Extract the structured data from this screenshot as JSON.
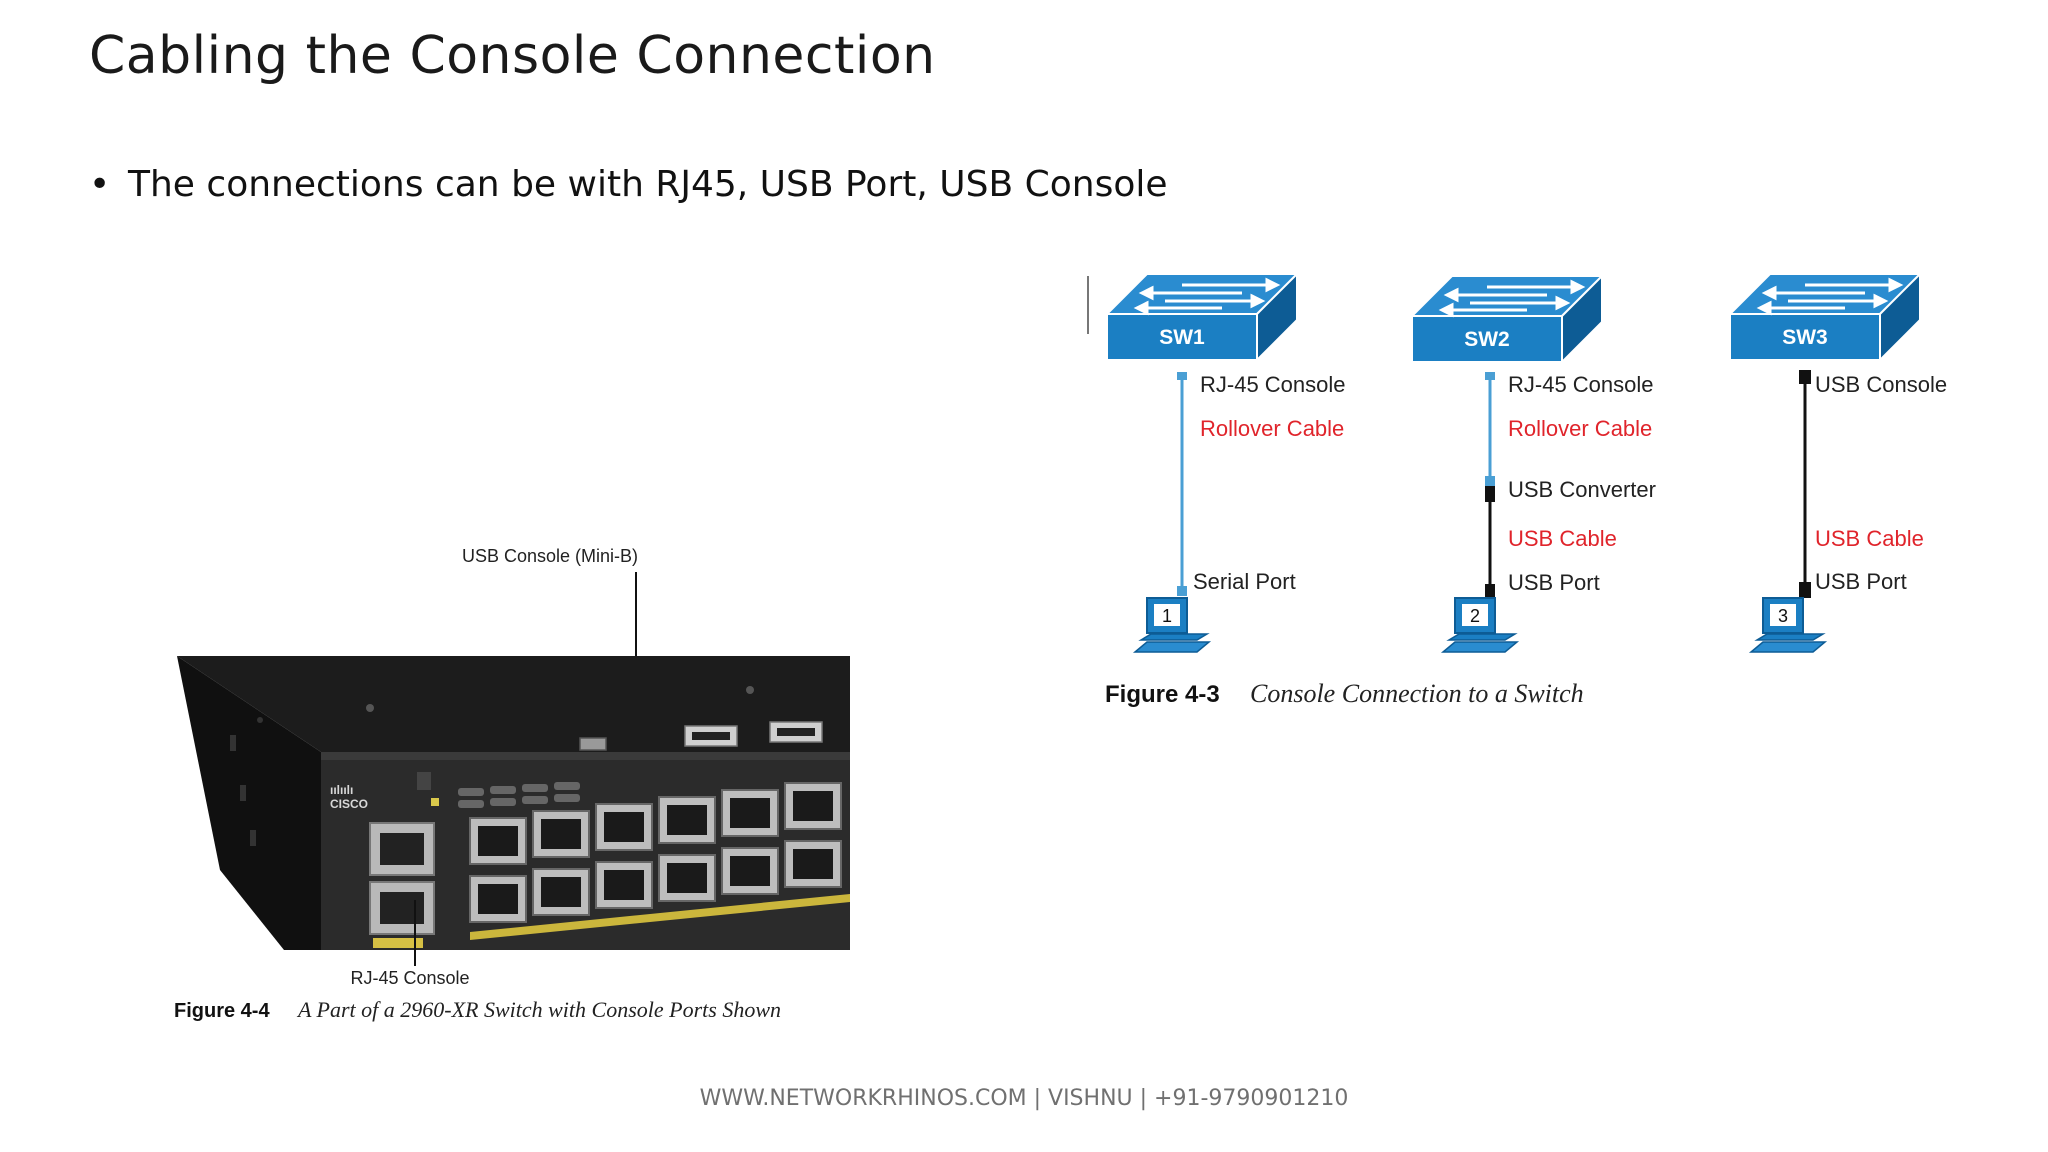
{
  "slide": {
    "title": "Cabling the Console Connection",
    "bullet": "The connections can be with RJ45, USB Port, USB Console",
    "footer": "WWW.NETWORKRHINOS.COM | VISHNU | +91-9790901210"
  },
  "figure_4_3": {
    "caption_number": "Figure 4-3",
    "caption_text": "Console Connection to a Switch",
    "switches": [
      {
        "name": "SW1",
        "port_label": "RJ-45 Console",
        "cable_label": "Rollover Cable",
        "end_label": "Serial Port",
        "pc_number": "1"
      },
      {
        "name": "SW2",
        "port_label": "RJ-45 Console",
        "cable_label": "Rollover Cable",
        "converter_label": "USB Converter",
        "cable2_label": "USB Cable",
        "end_label": "USB Port",
        "pc_number": "2"
      },
      {
        "name": "SW3",
        "port_label": "USB Console",
        "cable_label": "USB Cable",
        "end_label": "USB Port",
        "pc_number": "3"
      }
    ],
    "colors": {
      "switch_blue": "#1b7fc3",
      "switch_dark": "#0d5c95",
      "rollover_cable": "#4a9fd4",
      "usb_cable": "#111111",
      "red_label": "#e0242b"
    }
  },
  "figure_4_4": {
    "caption_number": "Figure 4-4",
    "caption_text": "A Part of a 2960-XR Switch with Console Ports Shown",
    "callout_usb": "USB Console (Mini-B)",
    "callout_rj45": "RJ-45 Console",
    "brand": "cisco"
  }
}
